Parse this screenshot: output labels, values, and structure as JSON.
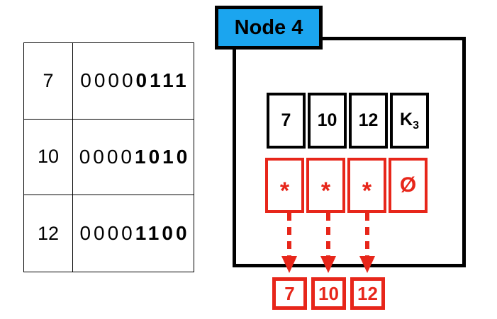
{
  "colors": {
    "blue": "#1BA5EF",
    "red": "#E7261A",
    "black": "#000000"
  },
  "binary_table": {
    "rows": [
      {
        "value": "7",
        "binary_prefix": "0000",
        "binary_suffix": "0111"
      },
      {
        "value": "10",
        "binary_prefix": "0000",
        "binary_suffix": "1010"
      },
      {
        "value": "12",
        "binary_prefix": "0000",
        "binary_suffix": "1100"
      }
    ]
  },
  "node": {
    "title": "Node 4",
    "keys": [
      "7",
      "10",
      "12"
    ],
    "key_placeholder": {
      "base": "K",
      "subscript": "3"
    },
    "pointers": [
      "*",
      "*",
      "*"
    ],
    "null_pointer": "Ø"
  },
  "leaves": [
    "7",
    "10",
    "12"
  ]
}
